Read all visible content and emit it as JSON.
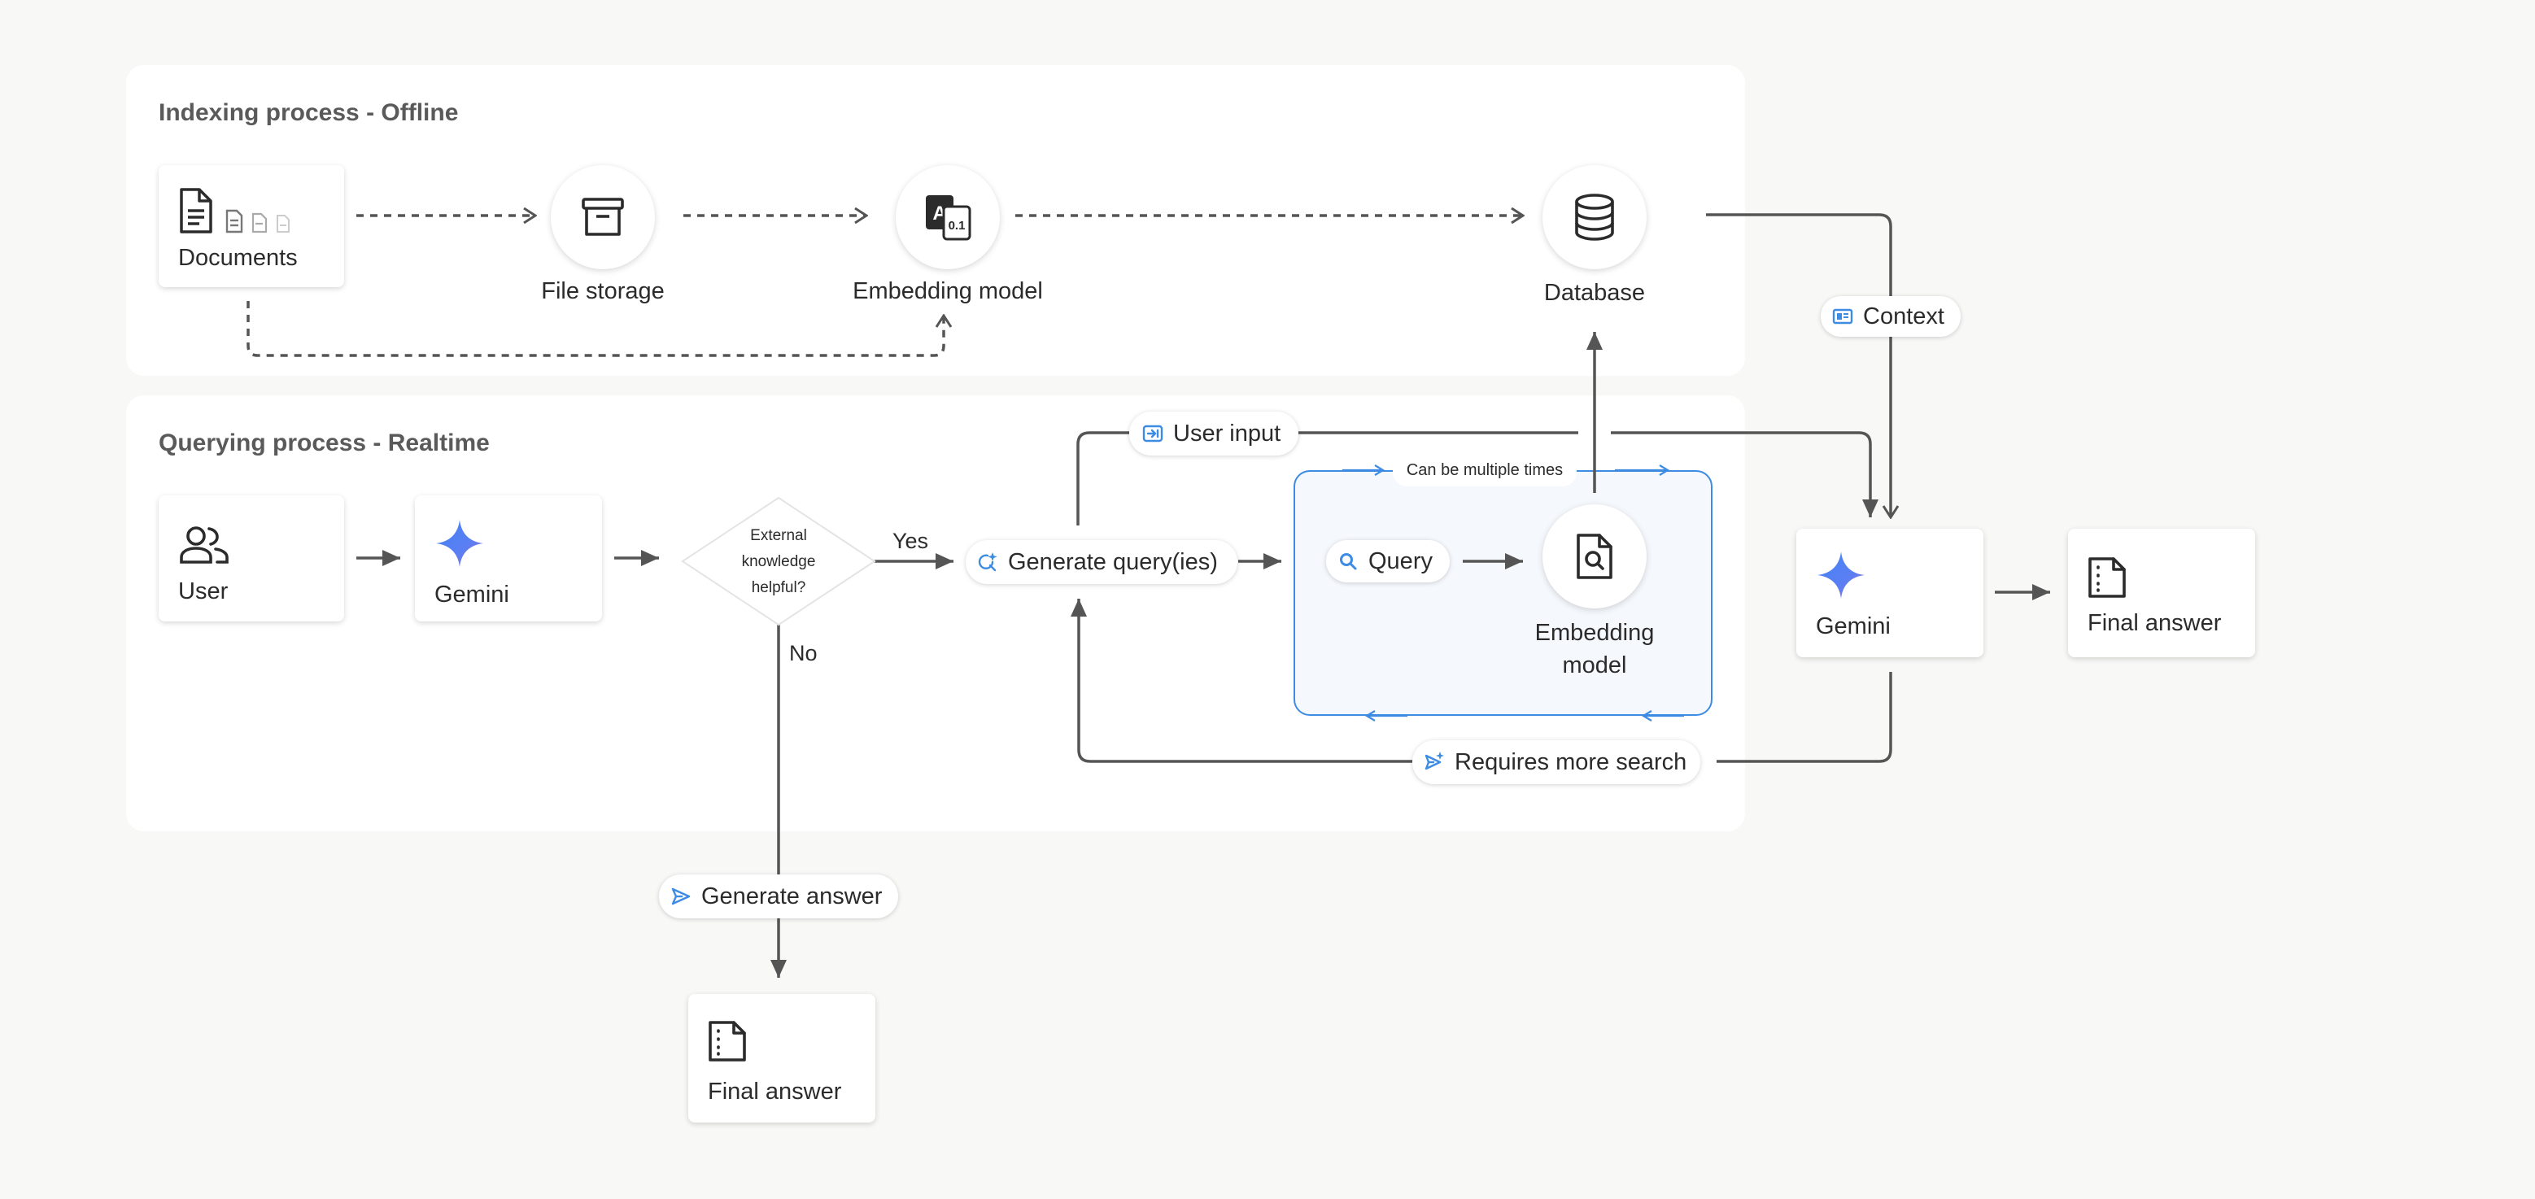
{
  "indexing": {
    "title": "Indexing process - Offline",
    "documents": "Documents",
    "file_storage": "File storage",
    "embedding_model": "Embedding model",
    "database": "Database"
  },
  "querying": {
    "title": "Querying process - Realtime",
    "user": "User",
    "gemini": "Gemini",
    "decision_line1": "External",
    "decision_line2": "knowledge",
    "decision_line3": "helpful?",
    "yes": "Yes",
    "no": "No",
    "generate_queries": "Generate query(ies)",
    "user_input": "User input",
    "loop_note": "Can be multiple times",
    "query": "Query",
    "embedding_model_line1": "Embedding",
    "embedding_model_line2": "model",
    "requires_more_search": "Requires more search",
    "generate_answer": "Generate answer",
    "final_answer": "Final answer"
  },
  "right": {
    "context": "Context",
    "gemini": "Gemini",
    "final_answer": "Final answer"
  },
  "icons": {
    "documents": "document-stack-icon",
    "file_storage": "archive-box-icon",
    "embedding": "translate-embedding-icon",
    "database": "database-icon",
    "user": "users-icon",
    "gemini": "gemini-sparkle-icon",
    "final_answer": "answer-document-icon",
    "search_doc": "document-search-icon",
    "context": "context-card-icon",
    "user_input": "input-icon",
    "query": "search-icon",
    "generate_queries": "query-sparkle-icon",
    "requires_more_search": "send-sparkle-icon",
    "generate_answer": "send-icon"
  },
  "colors": {
    "accent_blue": "#3d8be2",
    "loop_fill": "#f5f8fd",
    "arrow": "#555555",
    "panel": "#ffffff",
    "background": "#f8f8f7"
  }
}
